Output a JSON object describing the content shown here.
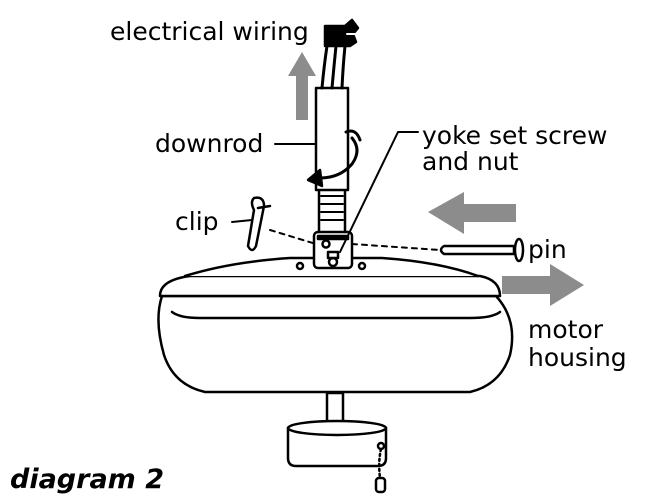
{
  "labels": {
    "electrical_wiring": "electrical wiring",
    "downrod": "downrod",
    "yoke_line1": "yoke set screw",
    "yoke_line2": "and nut",
    "clip": "clip",
    "pin": "pin",
    "motor_line1": "motor",
    "motor_line2": "housing"
  },
  "caption": "diagram 2",
  "colors": {
    "ink": "#000000",
    "arrow_gray": "#8c8c8c",
    "paper": "#ffffff"
  }
}
